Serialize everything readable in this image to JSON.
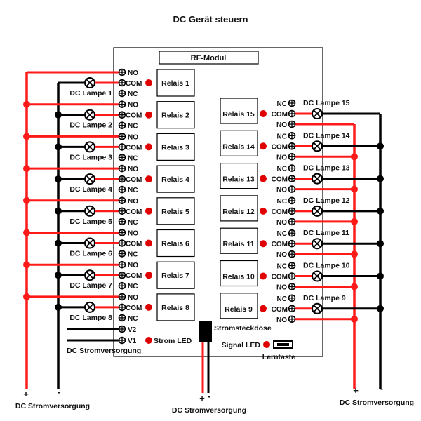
{
  "title": "DC Gerät steuern",
  "module_label": "RF-Modul",
  "terminal_labels": {
    "no": "NO",
    "com": "COM",
    "nc": "NC",
    "v1": "V1",
    "v2": "V2"
  },
  "left_relays": [
    {
      "relay": "Relais 1",
      "lamp": "DC Lampe 1"
    },
    {
      "relay": "Relais 2",
      "lamp": "DC Lampe 2"
    },
    {
      "relay": "Relais 3",
      "lamp": "DC Lampe 3"
    },
    {
      "relay": "Relais 4",
      "lamp": "DC Lampe 4"
    },
    {
      "relay": "Relais 5",
      "lamp": "DC Lampe 5"
    },
    {
      "relay": "Relais 6",
      "lamp": "DC Lampe 6"
    },
    {
      "relay": "Relais 7",
      "lamp": "DC Lampe 7"
    },
    {
      "relay": "Relais 8",
      "lamp": "DC Lampe 8"
    }
  ],
  "right_relays": [
    {
      "relay": "Relais 15",
      "lamp": "DC Lampe 15"
    },
    {
      "relay": "Relais 14",
      "lamp": "DC Lampe 14"
    },
    {
      "relay": "Relais 13",
      "lamp": "DC Lampe 13"
    },
    {
      "relay": "Relais 12",
      "lamp": "DC Lampe 12"
    },
    {
      "relay": "Relais 11",
      "lamp": "DC Lampe 11"
    },
    {
      "relay": "Relais 10",
      "lamp": "DC Lampe 10"
    },
    {
      "relay": "Relais 9",
      "lamp": "DC Lampe 9"
    }
  ],
  "strom_led": "Strom LED",
  "signal_led": "Signal LED",
  "socket": "Stromsteckdose",
  "learn_button": "Lerntaste",
  "supply_label": "DC Stromversorgung",
  "module_supply_label": "DC Stromversorgung",
  "plus": "+",
  "minus": "-",
  "colors": {
    "positive": "#ff1a1a",
    "negative": "#000000",
    "led": "#e00000"
  }
}
